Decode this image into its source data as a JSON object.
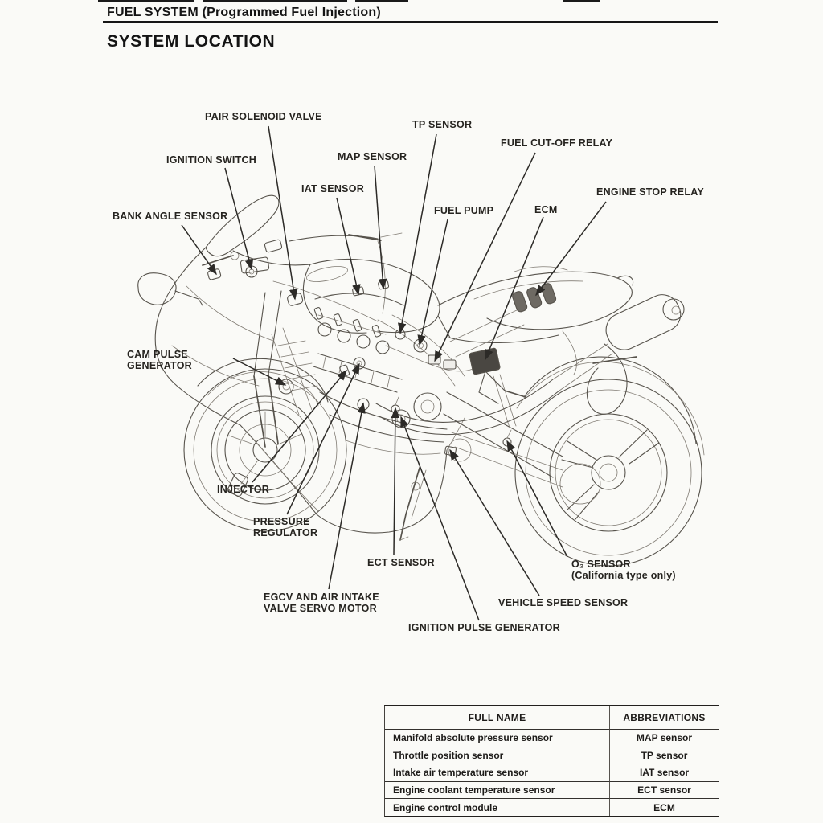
{
  "page": {
    "header_title": "FUEL SYSTEM (Programmed Fuel Injection)",
    "section_title": "SYSTEM LOCATION",
    "ink_color": "#1c1c1c",
    "line_art_color": "#57534c"
  },
  "diagram": {
    "subject": "motorcycle-fuel-injection-component-locations",
    "labels": {
      "pair_solenoid_valve": "PAIR SOLENOID VALVE",
      "tp_sensor": "TP SENSOR",
      "fuel_cut_off_relay": "FUEL CUT-OFF RELAY",
      "ignition_switch": "IGNITION SWITCH",
      "map_sensor": "MAP SENSOR",
      "iat_sensor": "IAT SENSOR",
      "engine_stop_relay": "ENGINE STOP RELAY",
      "fuel_pump": "FUEL PUMP",
      "ecm": "ECM",
      "bank_angle_sensor": "BANK ANGLE SENSOR",
      "cam_pulse_generator": {
        "line1": "CAM PULSE",
        "line2": "GENERATOR"
      },
      "injector": "INJECTOR",
      "pressure_regulator": {
        "line1": "PRESSURE",
        "line2": "REGULATOR"
      },
      "ect_sensor": "ECT SENSOR",
      "o2_sensor": {
        "line1": "O₂ SENSOR",
        "line2": "(California type only)"
      },
      "egcv": {
        "line1": "EGCV AND AIR INTAKE",
        "line2": "VALVE SERVO MOTOR"
      },
      "vehicle_speed_sensor": "VEHICLE SPEED SENSOR",
      "ignition_pulse_generator": "IGNITION PULSE GENERATOR"
    }
  },
  "table": {
    "header": {
      "full_name": "FULL NAME",
      "abbreviations": "ABBREVIATIONS"
    },
    "rows": [
      {
        "name": "Manifold absolute pressure sensor",
        "abbr": "MAP sensor"
      },
      {
        "name": "Throttle position sensor",
        "abbr": "TP sensor"
      },
      {
        "name": "Intake air temperature sensor",
        "abbr": "IAT sensor"
      },
      {
        "name": "Engine coolant temperature sensor",
        "abbr": "ECT sensor"
      },
      {
        "name": "Engine control module",
        "abbr": "ECM"
      }
    ]
  }
}
